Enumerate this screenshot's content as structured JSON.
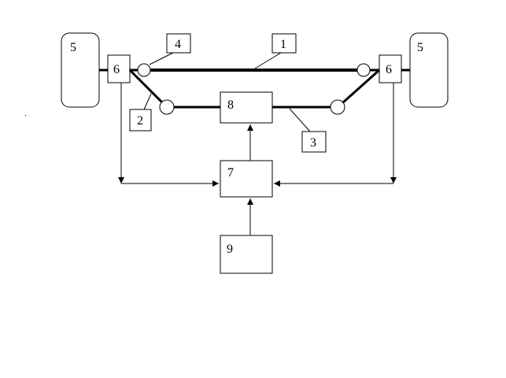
{
  "labels": {
    "wheel_left": "5",
    "wheel_right": "5",
    "sensor_left": "6",
    "sensor_right": "6",
    "unit_7": "7",
    "unit_8": "8",
    "unit_9": "9",
    "callout_1": "1",
    "callout_2": "2",
    "callout_3": "3",
    "callout_4": "4"
  }
}
